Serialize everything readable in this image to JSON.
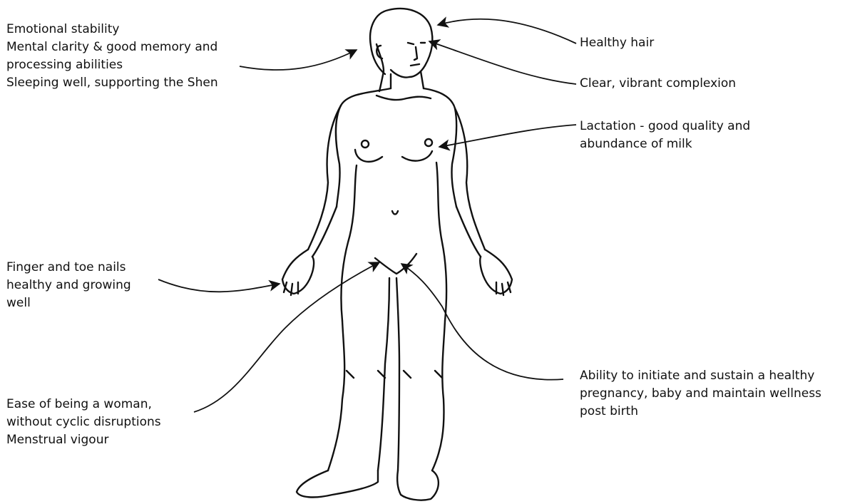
{
  "labels": {
    "emotional": {
      "lines": [
        "Emotional stability",
        "Mental clarity & good memory and",
        "processing abilities",
        "Sleeping well, supporting the Shen"
      ]
    },
    "hair": {
      "lines": [
        "Healthy hair"
      ]
    },
    "complexion": {
      "lines": [
        "Clear, vibrant complexion"
      ]
    },
    "lactation": {
      "lines": [
        "Lactation - good quality and",
        "abundance of milk"
      ]
    },
    "nails": {
      "lines": [
        "Finger and toe nails",
        "healthy and growing",
        "well"
      ]
    },
    "pregnancy": {
      "lines": [
        "Ability to initiate and sustain a healthy",
        "pregnancy, baby and maintain wellness",
        "post birth"
      ]
    },
    "woman": {
      "lines": [
        "Ease of being a woman,",
        "without cyclic disruptions",
        "Menstrual vigour"
      ]
    }
  },
  "colors": {
    "line": "#111111",
    "background": "#ffffff"
  }
}
